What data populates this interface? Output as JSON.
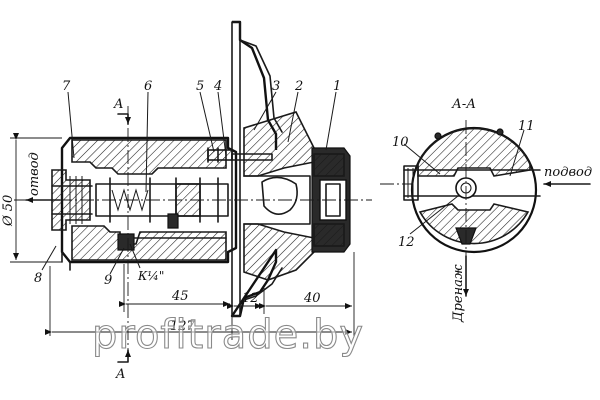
{
  "labels": {
    "part_1": "1",
    "part_2": "2",
    "part_3": "3",
    "part_4": "4",
    "part_5": "5",
    "part_6": "6",
    "part_7": "7",
    "part_8": "8",
    "part_9": "9",
    "part_10": "10",
    "part_11": "11",
    "part_12": "12",
    "section_mark_top": "A",
    "section_mark_bottom": "A",
    "section_title": "А-А",
    "outlet": "отвод",
    "inlet": "подвод",
    "drain": "Дренаж",
    "thread": "К¼\""
  },
  "dimensions": {
    "diameter": "Ø 50",
    "d45": "45",
    "d12": "12",
    "d40": "40",
    "d127": "127"
  },
  "watermark": "profitrade.by"
}
